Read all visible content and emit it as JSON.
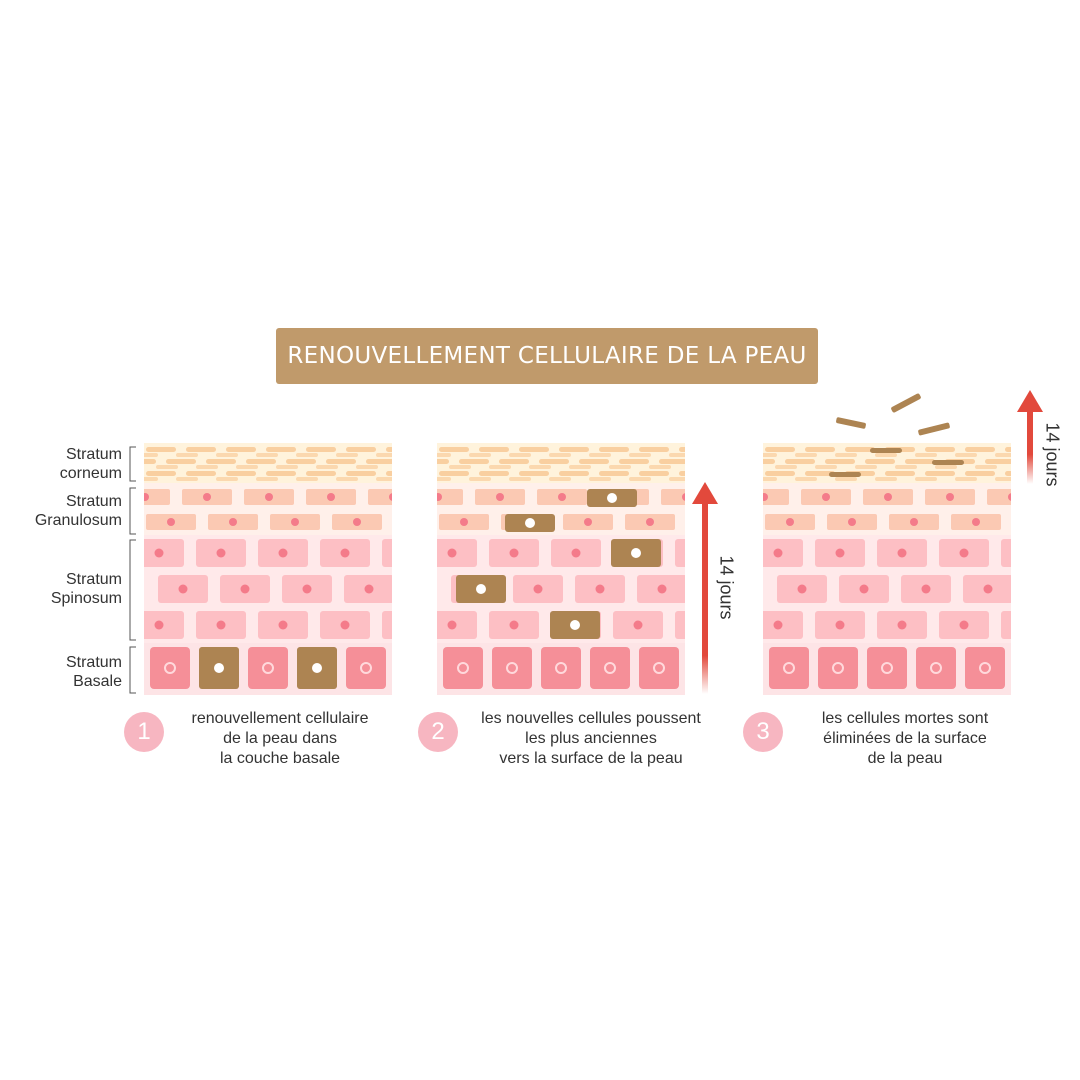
{
  "title": "RENOUVELLEMENT CELLULAIRE DE LA PEAU",
  "layers": [
    {
      "line1": "Stratum",
      "line2": "corneum"
    },
    {
      "line1": "Stratum",
      "line2": "Granulosum"
    },
    {
      "line1": "Stratum",
      "line2": "Spinosum"
    },
    {
      "line1": "Stratum",
      "line2": "Basale"
    }
  ],
  "steps": [
    {
      "number": "1",
      "lines": [
        "renouvellement cellulaire",
        "de la peau dans",
        "la couche basale"
      ]
    },
    {
      "number": "2",
      "lines": [
        "les nouvelles cellules poussent",
        "les plus anciennes",
        "vers la surface de la peau"
      ]
    },
    {
      "number": "3",
      "lines": [
        "les cellules mortes sont",
        "éliminées de la surface",
        "de la peau"
      ]
    }
  ],
  "duration_label_1": "14 jours",
  "duration_label_2": "14 jours",
  "colors": {
    "banner": "#c09a6b",
    "corneum_bg": "#fff3dc",
    "corneum_cell": "#f9cfa0",
    "granulosum_cell": "#fbc9b3",
    "spinosum_cell": "#fdbfc4",
    "basale_cell": "#f58f98",
    "nucleus": "#f47b8a",
    "migrating_cell": "#ad8452",
    "arrow": "#e2493c"
  }
}
